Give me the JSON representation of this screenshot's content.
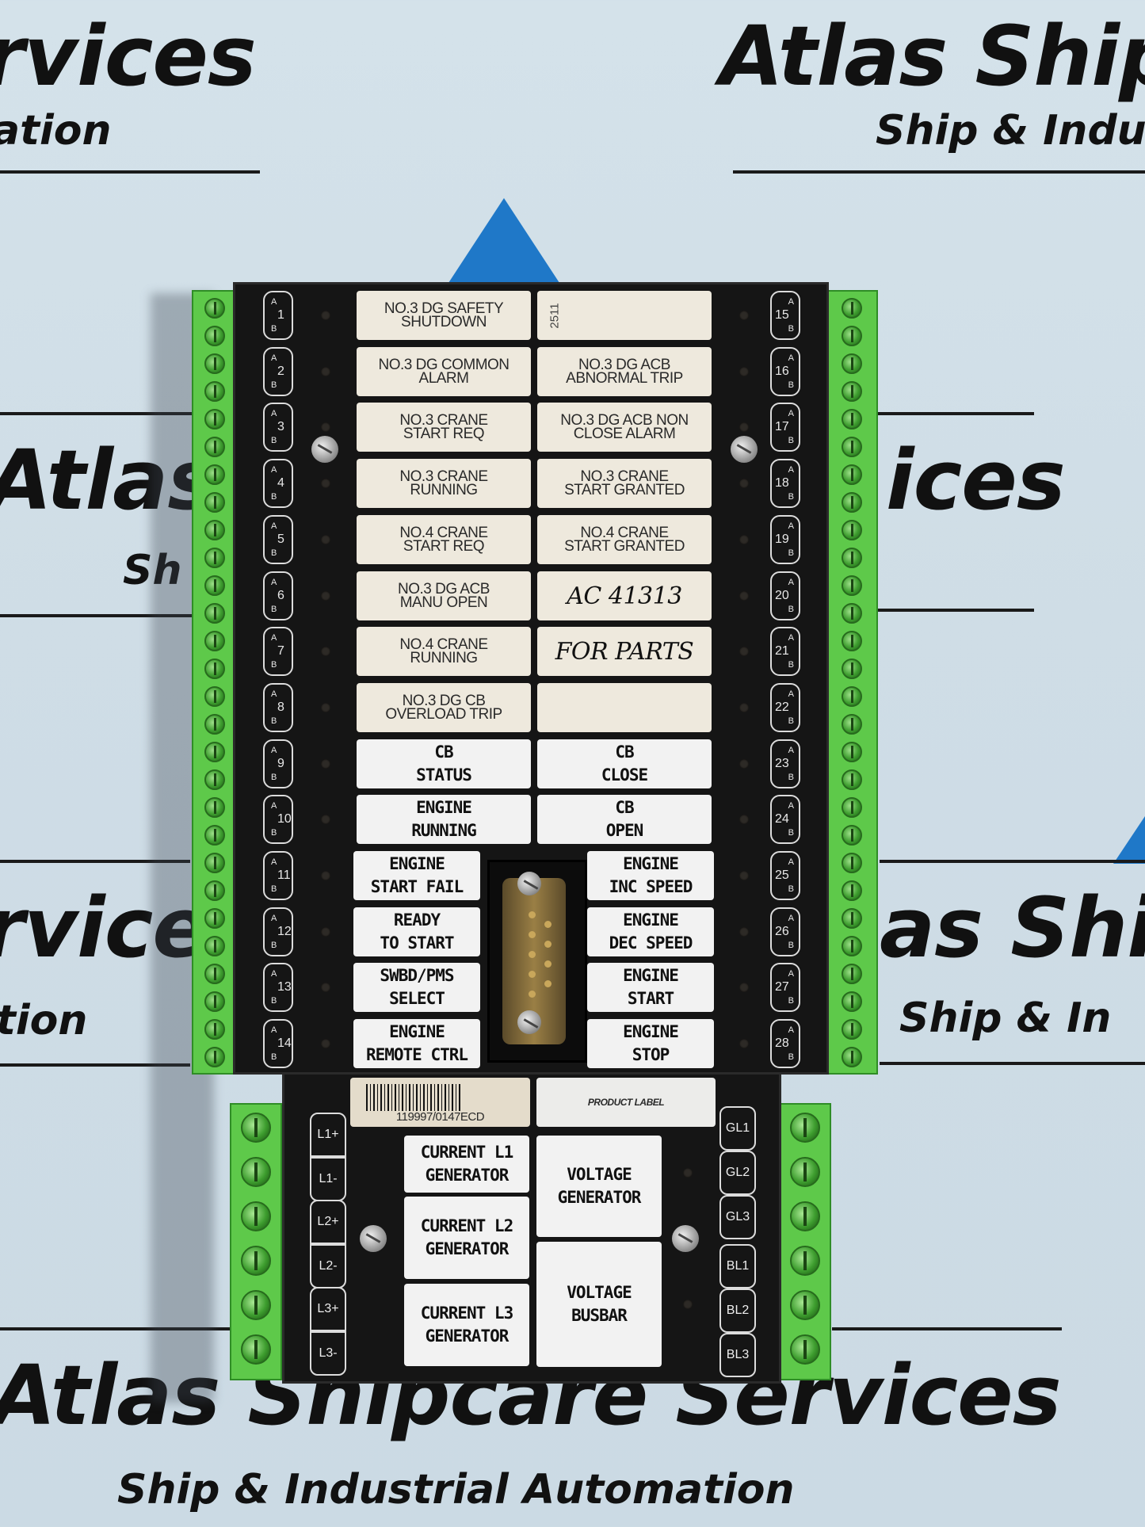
{
  "background": {
    "brand_line_1": "rvices",
    "brand_sub_1": "ation",
    "brand_line_2": "Atlas Ship",
    "brand_sub_2": "Ship & Indu",
    "brand_line_3": "Atlas",
    "brand_sub_3": "Sh",
    "brand_line_4": "ices",
    "brand_line_5": "rvice",
    "brand_sub_5": "tion",
    "brand_line_6": "as Shi",
    "brand_sub_6": "Ship & In",
    "brand_line_7": "Atlas Shipcare Services",
    "brand_sub_7": "Ship & Industrial Automation",
    "accent_color": "#1f78c8"
  },
  "upper_labels_left": [
    {
      "num": "1",
      "lines": [
        "NO.3 DG SAFETY",
        "SHUTDOWN"
      ]
    },
    {
      "num": "2",
      "lines": [
        "NO.3 DG COMMON",
        "ALARM"
      ]
    },
    {
      "num": "3",
      "lines": [
        "NO.3 CRANE",
        "START REQ"
      ]
    },
    {
      "num": "4",
      "lines": [
        "NO.3  CRANE",
        "RUNNING"
      ]
    },
    {
      "num": "5",
      "lines": [
        "NO.4 CRANE",
        "START REQ"
      ]
    },
    {
      "num": "6",
      "lines": [
        "NO.3 DG ACB",
        "MANU OPEN"
      ]
    },
    {
      "num": "7",
      "lines": [
        "NO.4  CRANE",
        "RUNNING"
      ]
    },
    {
      "num": "8",
      "lines": [
        "NO.3 DG CB",
        "OVERLOAD TRIP"
      ]
    },
    {
      "num": "9",
      "lines": [
        "CB",
        "STATUS"
      ]
    },
    {
      "num": "10",
      "lines": [
        "ENGINE",
        "RUNNING"
      ]
    },
    {
      "num": "11",
      "lines": [
        "ENGINE",
        "START FAIL"
      ]
    },
    {
      "num": "12",
      "lines": [
        "READY",
        "TO START"
      ]
    },
    {
      "num": "13",
      "lines": [
        "SWBD/PMS",
        "SELECT"
      ]
    },
    {
      "num": "14",
      "lines": [
        "ENGINE",
        "REMOTE CTRL"
      ]
    }
  ],
  "upper_labels_right": [
    {
      "num": "15",
      "lines": [
        "",
        ""
      ]
    },
    {
      "num": "16",
      "lines": [
        "NO.3 DG ACB",
        "ABNORMAL TRIP"
      ]
    },
    {
      "num": "17",
      "lines": [
        "NO.3 DG ACB NON",
        "CLOSE ALARM"
      ]
    },
    {
      "num": "18",
      "lines": [
        "NO.3 CRANE",
        "START GRANTED"
      ]
    },
    {
      "num": "19",
      "lines": [
        "NO.4 CRANE",
        "START GRANTED"
      ]
    },
    {
      "num": "20",
      "lines": [
        "AC 41313",
        ""
      ]
    },
    {
      "num": "21",
      "lines": [
        "FOR PARTS",
        ""
      ]
    },
    {
      "num": "22",
      "lines": [
        "",
        ""
      ]
    },
    {
      "num": "23",
      "lines": [
        "CB",
        "CLOSE"
      ]
    },
    {
      "num": "24",
      "lines": [
        "CB",
        "OPEN"
      ]
    },
    {
      "num": "25",
      "lines": [
        "ENGINE",
        "INC SPEED"
      ]
    },
    {
      "num": "26",
      "lines": [
        "ENGINE",
        "DEC SPEED"
      ]
    },
    {
      "num": "27",
      "lines": [
        "ENGINE",
        "START"
      ]
    },
    {
      "num": "28",
      "lines": [
        "ENGINE",
        "STOP"
      ]
    }
  ],
  "terminal_letters": {
    "a": "A",
    "b": "B"
  },
  "misc": {
    "label_15_mark": "2511",
    "barcode_text": "119997/0147ECD",
    "product_label": "PRODUCT LABEL"
  },
  "lower_left_terms": [
    "L1+",
    "L1-",
    "L2+",
    "L2-",
    "L3+",
    "L3-"
  ],
  "lower_right_terms": [
    "GL1",
    "GL2",
    "GL3",
    "BL1",
    "BL2",
    "BL3"
  ],
  "lower_labels": {
    "current_l1": [
      "CURRENT L1",
      "GENERATOR"
    ],
    "current_l2": [
      "CURRENT L2",
      "GENERATOR"
    ],
    "current_l3": [
      "CURRENT L3",
      "GENERATOR"
    ],
    "voltage_gen": [
      "VOLTAGE",
      "GENERATOR"
    ],
    "voltage_bus": [
      "VOLTAGE",
      "BUSBAR"
    ]
  }
}
